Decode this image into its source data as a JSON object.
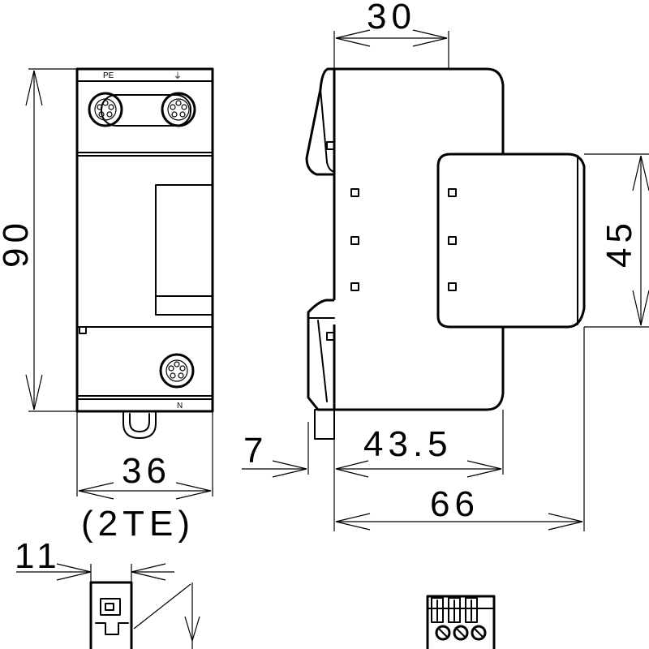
{
  "dimensions": {
    "height_total": "90",
    "width_front": "36",
    "modules": "(2TE)",
    "rail_depth": "30",
    "module_height": "45",
    "din_offset": "7",
    "body_depth": "43.5",
    "total_depth": "66",
    "detail_width": "11"
  },
  "terminal_labels": {
    "pe": "PE",
    "ground_symbol": "⏚",
    "neutral": "N"
  }
}
